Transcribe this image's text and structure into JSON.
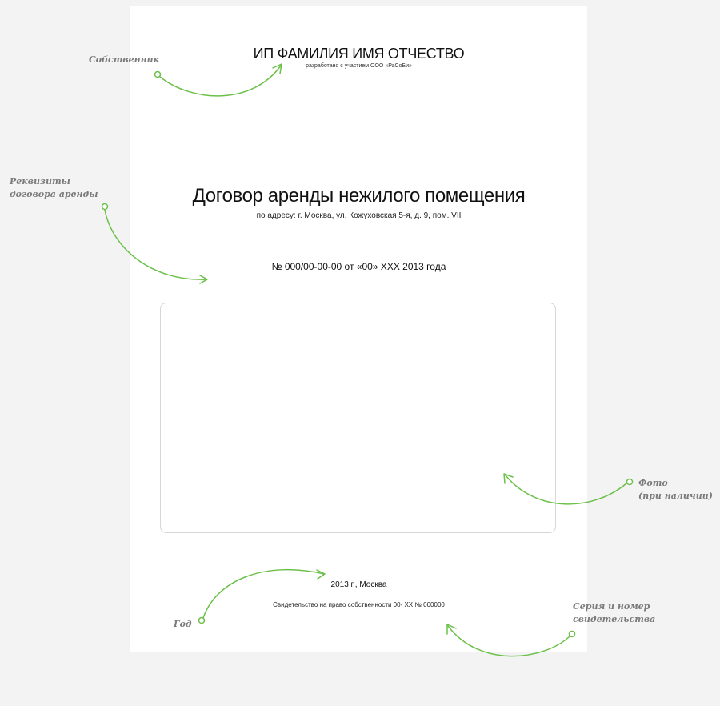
{
  "document": {
    "owner_name": "ИП ФАМИЛИЯ ИМЯ ОТЧЕСТВО",
    "developer_note": "разработано с участием ООО «РаСоБи»",
    "title": "Договор аренды нежилого помещения",
    "address": "по адресу: г. Москва, ул. Кожуховская 5-я,  д. 9, пом. VII",
    "number_line": "№ 000/00-00-00 от «00» ХХХ 2013 года",
    "year_city": "2013 г., Москва",
    "certificate": "Свидетельство на право собственности 00- ХХ № 000000"
  },
  "annotations": {
    "owner": "Собственник",
    "contract_details": [
      "Реквизиты",
      "договора аренды"
    ],
    "photo": [
      "Фото",
      "(при наличии)"
    ],
    "year": "Год",
    "series_number": [
      "Серия и номер",
      "свидетельства"
    ]
  },
  "colors": {
    "accent": "#6cc04a",
    "page": "#ffffff",
    "background": "#f3f3f3",
    "annotation_text": "#7a7a7a"
  }
}
